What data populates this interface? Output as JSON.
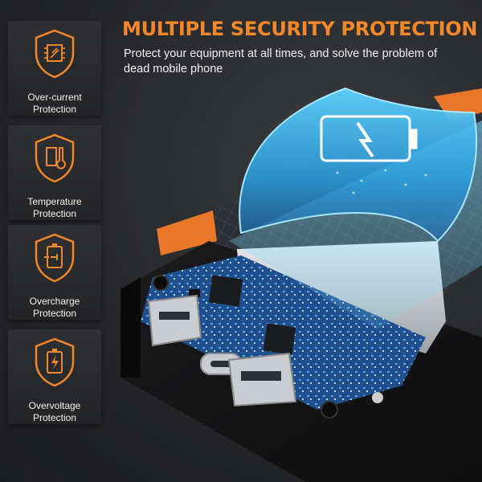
{
  "headline": "MULTIPLE SECURITY PROTECTION",
  "subline": "Protect your equipment at all times, and solve the problem of dead mobile phone",
  "colors": {
    "accent": "#f2882a",
    "shield_blue": "#39b8f0",
    "panel": "#2b2c2f"
  },
  "features": [
    {
      "icon": "chip-icon",
      "label": "Over-current\nProtection"
    },
    {
      "icon": "thermometer-icon",
      "label": "Temperature\nProtection"
    },
    {
      "icon": "plug-icon",
      "label": "Overcharge\nProtection"
    },
    {
      "icon": "lightning-battery-icon",
      "label": "Overvoltage\nProtection"
    }
  ]
}
